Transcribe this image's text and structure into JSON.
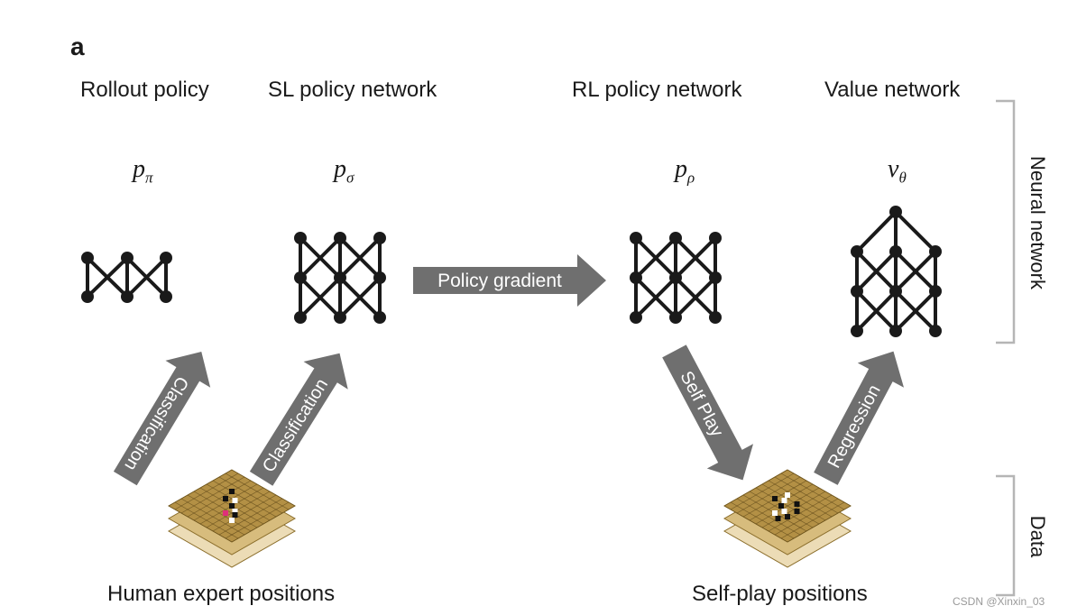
{
  "panel_label": "a",
  "titles": {
    "rollout": "Rollout policy",
    "sl": "SL policy network",
    "rl": "RL policy network",
    "value": "Value network"
  },
  "symbols": {
    "rollout": {
      "base": "p",
      "sub": "π"
    },
    "sl": {
      "base": "p",
      "sub": "σ"
    },
    "rl": {
      "base": "p",
      "sub": "ρ"
    },
    "value": {
      "base": "v",
      "sub": "θ"
    }
  },
  "arrows": {
    "policy_gradient": "Policy gradient",
    "classification_left": "Classification",
    "classification_right": "Classification",
    "self_play": "Self Play",
    "regression": "Regression"
  },
  "bottom_labels": {
    "human": "Human expert positions",
    "selfplay": "Self-play positions"
  },
  "side_labels": {
    "neural": "Neural network",
    "data": "Data"
  },
  "watermark": "CSDN @Xinxin_03",
  "colors": {
    "arrow": "#6f6f6f",
    "node": "#1a1a1a",
    "board_top": "#b39045",
    "board_mid": "#d7bc7d",
    "board_bottom": "#ecdcb6",
    "bracket": "#b5b5b5"
  }
}
